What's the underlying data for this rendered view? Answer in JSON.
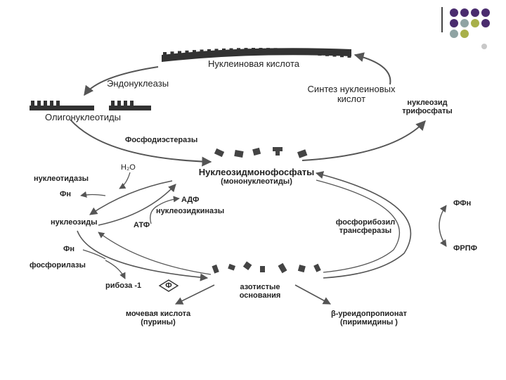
{
  "decor": {
    "dot_colors": [
      "#4a2c6e",
      "#4a2c6e",
      "#4a2c6e",
      "#4a2c6e",
      "#4a2c6e",
      "#8fa3a3",
      "#a8b04a",
      "#4a2c6e",
      "#8fa3a3",
      "#a8b04a",
      "#c8c8c8"
    ]
  },
  "labels": {
    "nucleic_acid": "Нуклеиновая кислота",
    "endonucleases": "Эндонуклеазы",
    "synthesis_line1": "Синтез нуклеиновых",
    "synthesis_line2": "кислот",
    "oligonucleotides": "Олигонуклеотиды",
    "nucleoside_triphosphates_line1": "нуклеозид",
    "nucleoside_triphosphates_line2": "трифосфаты",
    "phosphodiesterases": "Фосфодиэстеразы",
    "h2o": "H₂O",
    "nucleotidases": "нуклеотидазы",
    "nmp_line1": "Нуклеозидмонофосфаты",
    "nmp_line2": "(мононуклеотиды)",
    "fn_1": "Фн",
    "adf": "АДФ",
    "nucleoside_kinases": "нуклеозидкиназы",
    "nucleosides": "нуклеозиды",
    "atf": "АТФ",
    "ffn": "ФФн",
    "phosphoribosyl_line1": "фосфорибозил",
    "phosphoribosyl_line2": "трансферазы",
    "frpf": "ФРПФ",
    "fn_2": "Фн",
    "phosphorylases": "фосфорилазы",
    "ribose": "рибоза -1",
    "phosphate_symbol": "Ф",
    "nitrogen_bases_line1": "азотистые",
    "nitrogen_bases_line2": "основания",
    "uric_acid": "мочевая кислота",
    "purines": "(пурины)",
    "ureidopropionate": "β-уреидопропионат",
    "pyrimidines": "(пиримидины )"
  }
}
